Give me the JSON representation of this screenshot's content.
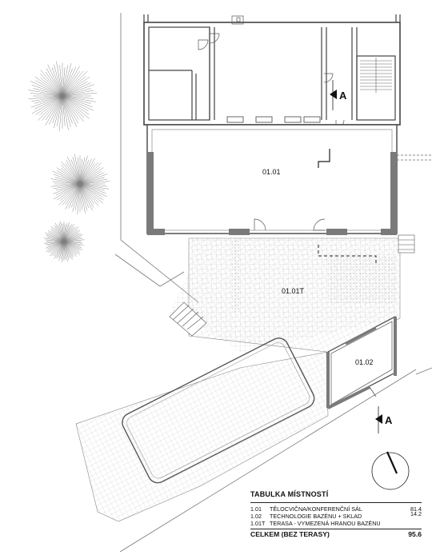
{
  "rooms": {
    "r101": "01.01",
    "r101t": "01.01T",
    "r102": "01.02"
  },
  "section_marks": [
    "A",
    "A"
  ],
  "legend": {
    "title": "TABULKA MÍSTNOSTÍ",
    "rows": [
      {
        "code": "1.01",
        "name": "TĚLOCVIČNA/KONFERENČNÍ SÁL",
        "area": "81.4"
      },
      {
        "code": "1.02",
        "name": "TECHNOLOGIE BAZÉNU + SKLAD",
        "area": "14.2"
      },
      {
        "code": "1.01T",
        "name": "TERASA - VYMEZENÁ HRANOU BAZÉNU",
        "area": ""
      }
    ],
    "total_label": "CELKEM (BEZ TERASY)",
    "total_value": "95.6"
  },
  "icons": {
    "trees": "tree-icon",
    "north": "north-arrow-icon",
    "section": "section-arrow-icon"
  },
  "colors": {
    "wall": "#7a7a7a",
    "line": "#444444",
    "hatch": "#9a9a9a"
  }
}
